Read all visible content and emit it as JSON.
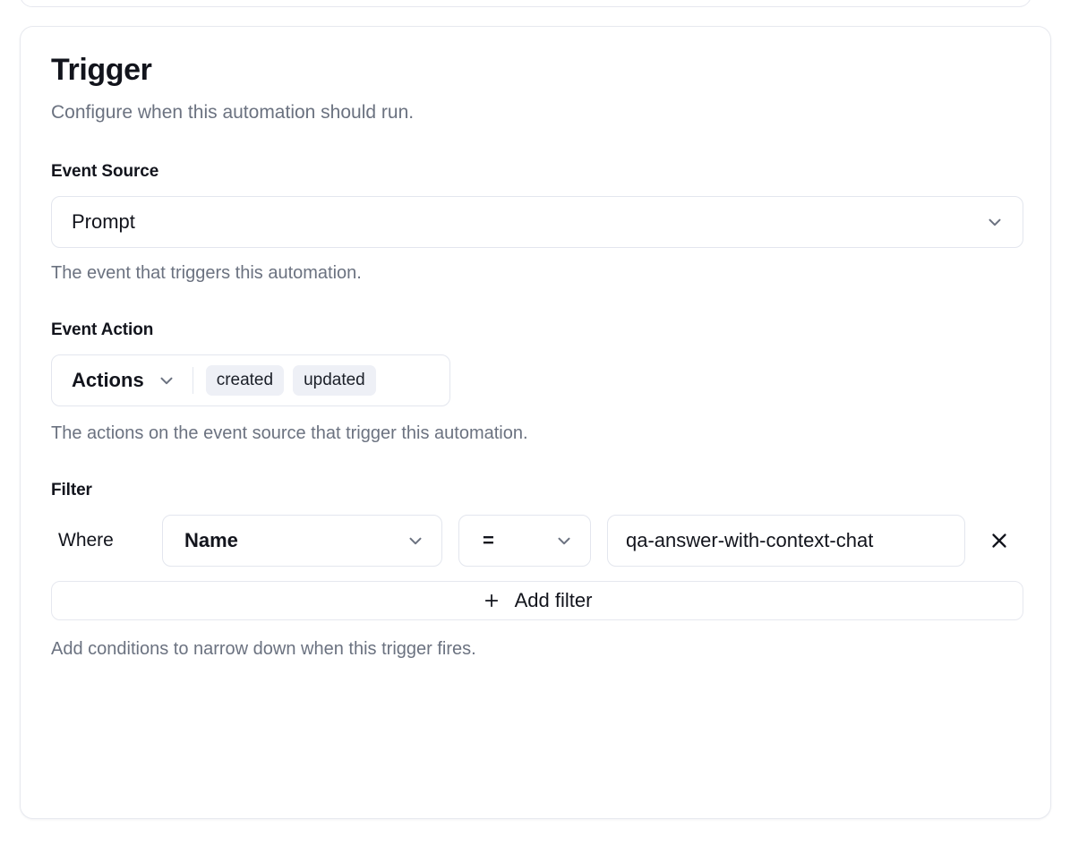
{
  "card": {
    "title": "Trigger",
    "subtitle": "Configure when this automation should run."
  },
  "event_source": {
    "label": "Event Source",
    "selected": "Prompt",
    "help": "The event that triggers this automation.",
    "chevron_icon": "chevron-down-icon"
  },
  "event_action": {
    "label": "Event Action",
    "trigger_label": "Actions",
    "badges": [
      "created",
      "updated"
    ],
    "help": "The actions on the event source that trigger this automation.",
    "chevron_icon": "chevron-down-icon"
  },
  "filter": {
    "label": "Filter",
    "where_label": "Where",
    "field": "Name",
    "operator": "=",
    "value": "qa-answer-with-context-chat",
    "remove_icon": "close-icon",
    "add_filter_label": "Add filter",
    "add_filter_icon": "plus-icon",
    "help": "Add conditions to narrow down when this trigger fires."
  },
  "colors": {
    "text": "#12141c",
    "muted": "#6b7280",
    "border": "#e3e6ee",
    "badge_bg": "#eef0f6",
    "card_bg": "#ffffff"
  }
}
